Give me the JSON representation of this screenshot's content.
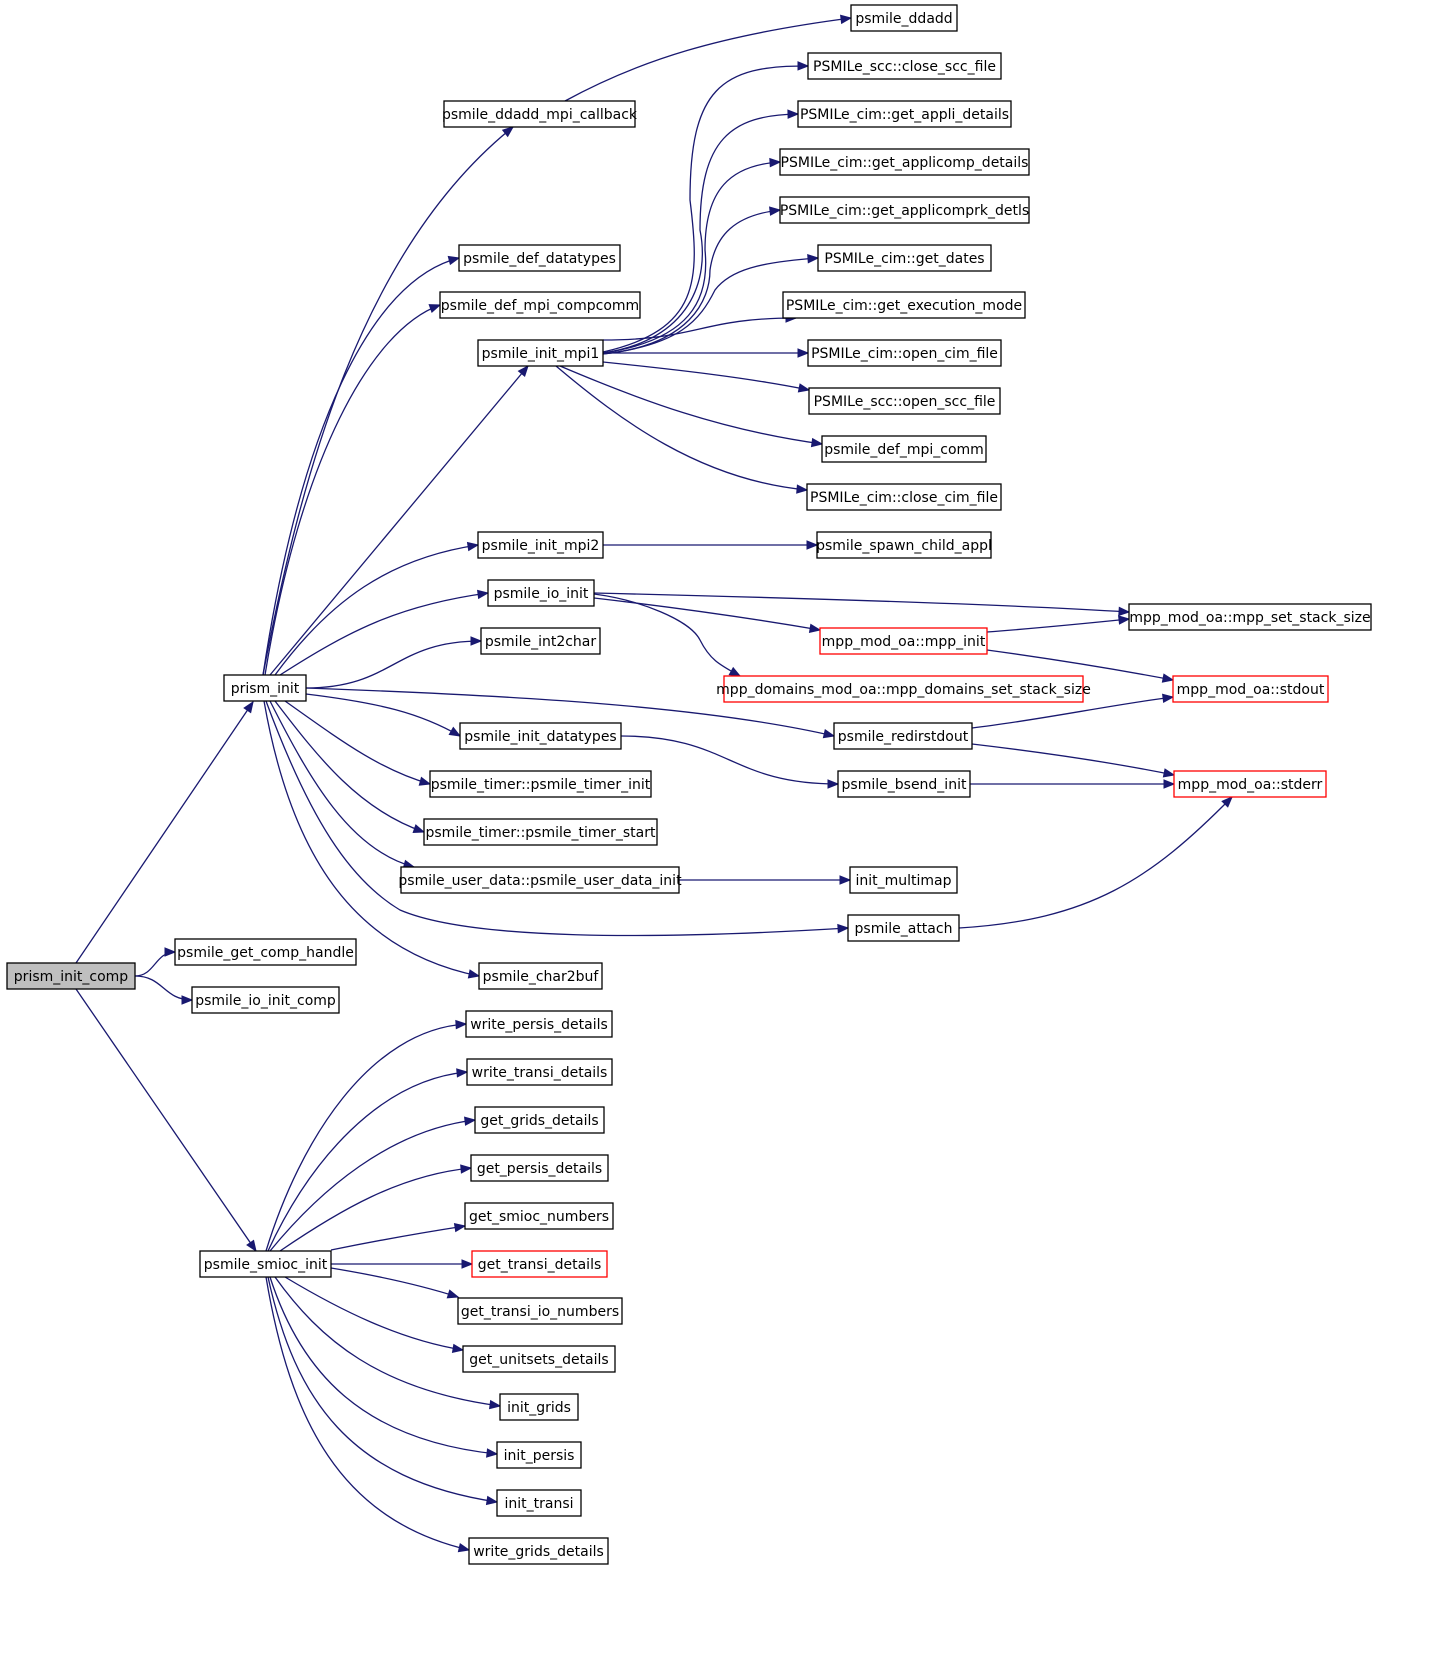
{
  "graph": {
    "root": "prism_init_comp",
    "nodes": [
      {
        "id": "prism_init_comp",
        "label": "prism_init_comp",
        "root": true
      },
      {
        "id": "prism_init",
        "label": "prism_init"
      },
      {
        "id": "psmile_get_comp_handle",
        "label": "psmile_get_comp_handle"
      },
      {
        "id": "psmile_io_init_comp",
        "label": "psmile_io_init_comp"
      },
      {
        "id": "psmile_smioc_init",
        "label": "psmile_smioc_init"
      },
      {
        "id": "psmile_ddadd_mpi_callback",
        "label": "psmile_ddadd_mpi_callback"
      },
      {
        "id": "psmile_def_datatypes",
        "label": "psmile_def_datatypes"
      },
      {
        "id": "psmile_def_mpi_compcomm",
        "label": "psmile_def_mpi_compcomm"
      },
      {
        "id": "psmile_init_mpi1",
        "label": "psmile_init_mpi1"
      },
      {
        "id": "psmile_init_mpi2",
        "label": "psmile_init_mpi2"
      },
      {
        "id": "psmile_io_init",
        "label": "psmile_io_init"
      },
      {
        "id": "psmile_int2char",
        "label": "psmile_int2char"
      },
      {
        "id": "psmile_init_datatypes",
        "label": "psmile_init_datatypes"
      },
      {
        "id": "psmile_timer_init",
        "label": "psmile_timer::psmile_timer_init"
      },
      {
        "id": "psmile_timer_start",
        "label": "psmile_timer::psmile_timer_start"
      },
      {
        "id": "psmile_user_data_init",
        "label": "psmile_user_data::psmile_user_data_init"
      },
      {
        "id": "psmile_char2buf",
        "label": "psmile_char2buf"
      },
      {
        "id": "psmile_ddadd",
        "label": "psmile_ddadd"
      },
      {
        "id": "scc_close_scc_file",
        "label": "PSMILe_scc::close_scc_file"
      },
      {
        "id": "cim_get_appli_details",
        "label": "PSMILe_cim::get_appli_details"
      },
      {
        "id": "cim_get_applicomp_details",
        "label": "PSMILe_cim::get_applicomp_details"
      },
      {
        "id": "cim_get_applicomprk_detls",
        "label": "PSMILe_cim::get_applicomprk_detls"
      },
      {
        "id": "cim_get_dates",
        "label": "PSMILe_cim::get_dates"
      },
      {
        "id": "cim_get_execution_mode",
        "label": "PSMILe_cim::get_execution_mode"
      },
      {
        "id": "cim_open_cim_file",
        "label": "PSMILe_cim::open_cim_file"
      },
      {
        "id": "scc_open_scc_file",
        "label": "PSMILe_scc::open_scc_file"
      },
      {
        "id": "psmile_def_mpi_comm",
        "label": "psmile_def_mpi_comm"
      },
      {
        "id": "cim_close_cim_file",
        "label": "PSMILe_cim::close_cim_file"
      },
      {
        "id": "psmile_spawn_child_appl",
        "label": "psmile_spawn_child_appl"
      },
      {
        "id": "mpp_init",
        "label": "mpp_mod_oa::mpp_init",
        "truncated": true
      },
      {
        "id": "mpp_domains_set_stack_size",
        "label": "mpp_domains_mod_oa::mpp_domains_set_stack_size",
        "truncated": true
      },
      {
        "id": "psmile_redirstdout",
        "label": "psmile_redirstdout"
      },
      {
        "id": "psmile_bsend_init",
        "label": "psmile_bsend_init"
      },
      {
        "id": "init_multimap",
        "label": "init_multimap"
      },
      {
        "id": "psmile_attach",
        "label": "psmile_attach"
      },
      {
        "id": "mpp_set_stack_size",
        "label": "mpp_mod_oa::mpp_set_stack_size"
      },
      {
        "id": "mpp_stdout",
        "label": "mpp_mod_oa::stdout",
        "truncated": true
      },
      {
        "id": "mpp_stderr",
        "label": "mpp_mod_oa::stderr",
        "truncated": true
      },
      {
        "id": "write_persis_details",
        "label": "write_persis_details"
      },
      {
        "id": "write_transi_details",
        "label": "write_transi_details"
      },
      {
        "id": "get_grids_details",
        "label": "get_grids_details"
      },
      {
        "id": "get_persis_details",
        "label": "get_persis_details"
      },
      {
        "id": "get_smioc_numbers",
        "label": "get_smioc_numbers"
      },
      {
        "id": "get_transi_details",
        "label": "get_transi_details",
        "truncated": true
      },
      {
        "id": "get_transi_io_numbers",
        "label": "get_transi_io_numbers"
      },
      {
        "id": "get_unitsets_details",
        "label": "get_unitsets_details"
      },
      {
        "id": "init_grids",
        "label": "init_grids"
      },
      {
        "id": "init_persis",
        "label": "init_persis"
      },
      {
        "id": "init_transi",
        "label": "init_transi"
      },
      {
        "id": "write_grids_details",
        "label": "write_grids_details"
      }
    ],
    "edges": [
      [
        "prism_init_comp",
        "prism_init"
      ],
      [
        "prism_init_comp",
        "psmile_get_comp_handle"
      ],
      [
        "prism_init_comp",
        "psmile_io_init_comp"
      ],
      [
        "prism_init_comp",
        "psmile_smioc_init"
      ],
      [
        "prism_init",
        "psmile_ddadd_mpi_callback"
      ],
      [
        "prism_init",
        "psmile_def_datatypes"
      ],
      [
        "prism_init",
        "psmile_def_mpi_compcomm"
      ],
      [
        "prism_init",
        "psmile_init_mpi1"
      ],
      [
        "prism_init",
        "psmile_init_mpi2"
      ],
      [
        "prism_init",
        "psmile_io_init"
      ],
      [
        "prism_init",
        "psmile_int2char"
      ],
      [
        "prism_init",
        "psmile_redirstdout"
      ],
      [
        "prism_init",
        "psmile_init_datatypes"
      ],
      [
        "prism_init",
        "psmile_timer_init"
      ],
      [
        "prism_init",
        "psmile_timer_start"
      ],
      [
        "prism_init",
        "psmile_user_data_init"
      ],
      [
        "prism_init",
        "psmile_attach"
      ],
      [
        "prism_init",
        "psmile_char2buf"
      ],
      [
        "psmile_ddadd_mpi_callback",
        "psmile_ddadd"
      ],
      [
        "psmile_init_mpi1",
        "scc_close_scc_file"
      ],
      [
        "psmile_init_mpi1",
        "cim_get_appli_details"
      ],
      [
        "psmile_init_mpi1",
        "cim_get_applicomp_details"
      ],
      [
        "psmile_init_mpi1",
        "cim_get_applicomprk_detls"
      ],
      [
        "psmile_init_mpi1",
        "cim_get_dates"
      ],
      [
        "psmile_init_mpi1",
        "cim_get_execution_mode"
      ],
      [
        "psmile_init_mpi1",
        "cim_open_cim_file"
      ],
      [
        "psmile_init_mpi1",
        "scc_open_scc_file"
      ],
      [
        "psmile_init_mpi1",
        "psmile_def_mpi_comm"
      ],
      [
        "psmile_init_mpi1",
        "cim_close_cim_file"
      ],
      [
        "psmile_init_mpi2",
        "psmile_spawn_child_appl"
      ],
      [
        "psmile_io_init",
        "mpp_set_stack_size"
      ],
      [
        "psmile_io_init",
        "mpp_init"
      ],
      [
        "psmile_io_init",
        "mpp_domains_set_stack_size"
      ],
      [
        "mpp_init",
        "mpp_set_stack_size"
      ],
      [
        "mpp_init",
        "mpp_stdout"
      ],
      [
        "psmile_redirstdout",
        "mpp_stdout"
      ],
      [
        "psmile_redirstdout",
        "mpp_stderr"
      ],
      [
        "psmile_init_datatypes",
        "psmile_bsend_init"
      ],
      [
        "psmile_bsend_init",
        "mpp_stderr"
      ],
      [
        "psmile_user_data_init",
        "init_multimap"
      ],
      [
        "psmile_attach",
        "mpp_stderr"
      ],
      [
        "psmile_smioc_init",
        "write_persis_details"
      ],
      [
        "psmile_smioc_init",
        "write_transi_details"
      ],
      [
        "psmile_smioc_init",
        "get_grids_details"
      ],
      [
        "psmile_smioc_init",
        "get_persis_details"
      ],
      [
        "psmile_smioc_init",
        "get_smioc_numbers"
      ],
      [
        "psmile_smioc_init",
        "get_transi_details"
      ],
      [
        "psmile_smioc_init",
        "get_transi_io_numbers"
      ],
      [
        "psmile_smioc_init",
        "get_unitsets_details"
      ],
      [
        "psmile_smioc_init",
        "init_grids"
      ],
      [
        "psmile_smioc_init",
        "init_persis"
      ],
      [
        "psmile_smioc_init",
        "init_transi"
      ],
      [
        "psmile_smioc_init",
        "write_grids_details"
      ]
    ]
  }
}
